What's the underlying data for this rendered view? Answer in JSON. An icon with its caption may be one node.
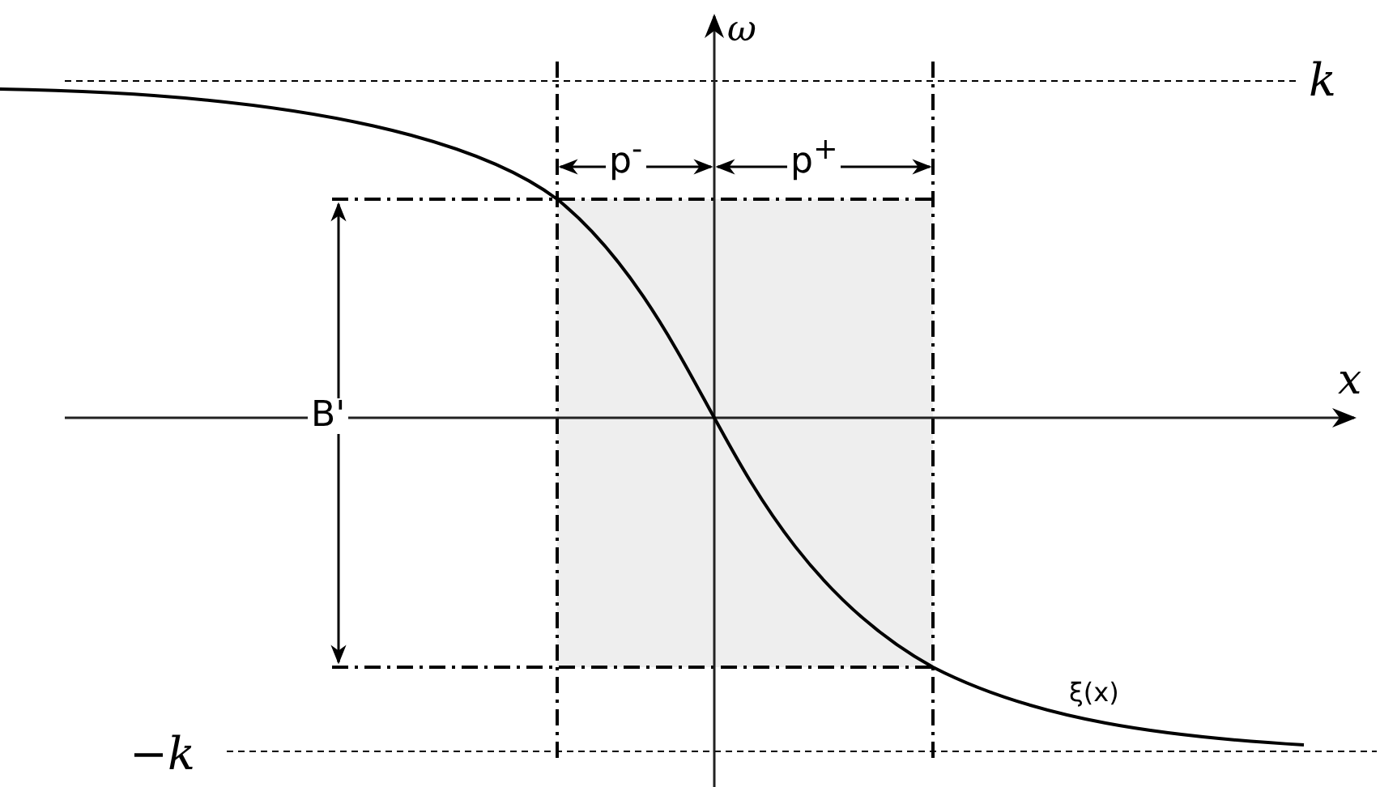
{
  "diagram": {
    "labels": [
      "ω",
      "k",
      "p$^{-}$",
      "p$^{+}$",
      "B'",
      "x",
      "ξ(x)",
      "−k"
    ]
  }
}
